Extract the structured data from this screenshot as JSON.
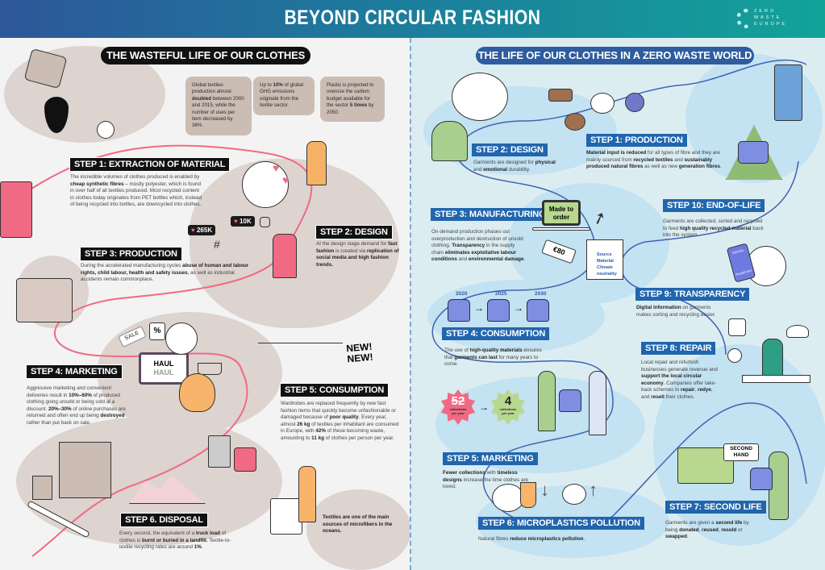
{
  "header": {
    "title": "BEYOND CIRCULAR FASHION",
    "logo_lines": [
      "ZERO",
      "WASTE",
      "EUROPE"
    ]
  },
  "colors": {
    "header_start": "#2d5799",
    "header_end": "#12a39a",
    "left_accent": "#f06a84",
    "right_accent": "#2166ad"
  },
  "left": {
    "banner": "THE WASTEFUL LIFE OF OUR CLOTHES",
    "stats": [
      [
        {
          "t": "Global textiles production almost "
        },
        {
          "t": "doubled",
          "b": true
        },
        {
          "t": " between 2000 and 2015, while the number of uses per item decreased by 36%."
        }
      ],
      [
        {
          "t": "Up to "
        },
        {
          "t": "10%",
          "b": true
        },
        {
          "t": " of global GHG emissions originate from the textile sector."
        }
      ],
      [
        {
          "t": "Plastic is projected to overuse the carbon budget available for the sector "
        },
        {
          "t": "5 times",
          "b": true
        },
        {
          "t": " by 2050."
        }
      ]
    ],
    "steps": [
      {
        "label": "STEP 1: EXTRACTION OF MATERIAL",
        "text": [
          {
            "t": "The incredible volumes of clothes produced is enabled by "
          },
          {
            "t": "cheap synthetic fibres",
            "b": true
          },
          {
            "t": " – mostly polyester, which is found in over half of all textiles produced. Most recycled content in clothes today originates from PET bottles which, instead of being recycled into bottles, are downcycled into clothes."
          }
        ]
      },
      {
        "label": "STEP 2: DESIGN",
        "text": [
          {
            "t": "At the design stage demand for "
          },
          {
            "t": "fast fashion",
            "b": true
          },
          {
            "t": " is created via "
          },
          {
            "t": "replication of social media and high fashion trends.",
            "b": true
          }
        ]
      },
      {
        "label": "STEP 3: PRODUCTION",
        "text": [
          {
            "t": "During the accelerated manufacturing cycles "
          },
          {
            "t": "abuse of human and labour rights, child labour, health and safety issues",
            "b": true
          },
          {
            "t": ", as well as industrial accidents remain commonplace."
          }
        ]
      },
      {
        "label": "STEP 4: MARKETING",
        "text": [
          {
            "t": "Aggressive marketing and convenient deliveries result in "
          },
          {
            "t": "10%–60%",
            "b": true
          },
          {
            "t": " of produced clothing going unsold or being sold at a discount. "
          },
          {
            "t": "20%–30%",
            "b": true
          },
          {
            "t": " of online purchases are returned and often end up being "
          },
          {
            "t": "destroyed",
            "b": true
          },
          {
            "t": " rather than put back on sale."
          }
        ]
      },
      {
        "label": "STEP 5: CONSUMPTION",
        "text": [
          {
            "t": "Wardrobes are replaced frequently by new fast fashion items that quickly become unfashionable or damaged because of "
          },
          {
            "t": "poor quality",
            "b": true
          },
          {
            "t": ". Every year, almost "
          },
          {
            "t": "26 kg",
            "b": true
          },
          {
            "t": " of textiles per inhabitant are consumed in Europe, with "
          },
          {
            "t": "42%",
            "b": true
          },
          {
            "t": " of these becoming waste, amounting to "
          },
          {
            "t": "11 kg",
            "b": true
          },
          {
            "t": " of clothes per person per year."
          }
        ]
      },
      {
        "label": "STEP 6. DISPOSAL",
        "text": [
          {
            "t": "Every second, the equivalent of a "
          },
          {
            "t": "truck load",
            "b": true
          },
          {
            "t": " of clothes is "
          },
          {
            "t": "burnt or buried in a landfill.",
            "b": true
          },
          {
            "t": " Textile-to-textile recycling rates are around "
          },
          {
            "t": "1%",
            "b": true
          },
          {
            "t": "."
          }
        ]
      }
    ],
    "microfibers_note": "Textiles are one of the main sources of microfibers in the oceans.",
    "social": {
      "likes_1": "265K",
      "likes_2": "10K",
      "hashtag": "#"
    },
    "haul": [
      "HAUL",
      "HAUL"
    ],
    "sale_tag": "SALE",
    "percent_tag": "%",
    "new_labels": [
      "NEW!",
      "NEW!"
    ]
  },
  "right": {
    "banner": "THE LIFE OF OUR CLOTHES IN A ZERO WASTE WORLD",
    "steps": [
      {
        "label": "STEP 1: PRODUCTION",
        "text": [
          {
            "t": "Material input is reduced",
            "b": true
          },
          {
            "t": " for all types of fibre and they are mainly sourced from "
          },
          {
            "t": "recycled textiles",
            "b": true
          },
          {
            "t": " and "
          },
          {
            "t": "sustainably produced natural fibres",
            "b": true
          },
          {
            "t": " as well as new "
          },
          {
            "t": "generation fibres",
            "b": true
          },
          {
            "t": "."
          }
        ]
      },
      {
        "label": "STEP 2: DESIGN",
        "text": [
          {
            "t": "Garments are designed for "
          },
          {
            "t": "physical",
            "b": true
          },
          {
            "t": " and "
          },
          {
            "t": "emotional",
            "b": true
          },
          {
            "t": " durability."
          }
        ]
      },
      {
        "label": "STEP 3: MANUFACTURING",
        "text": [
          {
            "t": "On-demand production phases out overproduction and destruction of unsold clothing. "
          },
          {
            "t": "Transparency",
            "b": true
          },
          {
            "t": " in the supply chain "
          },
          {
            "t": "eliminates exploitative labour conditions",
            "b": true
          },
          {
            "t": " and "
          },
          {
            "t": "environmental damage",
            "b": true
          },
          {
            "t": "."
          }
        ]
      },
      {
        "label": "STEP 4: CONSUMPTION",
        "text": [
          {
            "t": "The use of "
          },
          {
            "t": "high-quality materials",
            "b": true
          },
          {
            "t": " ensures that "
          },
          {
            "t": "garments can last",
            "b": true
          },
          {
            "t": " for many years to come."
          }
        ]
      },
      {
        "label": "STEP 5: MARKETING",
        "text": [
          {
            "t": "Fewer collections",
            "b": true
          },
          {
            "t": " with "
          },
          {
            "t": "timeless designs",
            "b": true
          },
          {
            "t": " increase the time clothes are loved."
          }
        ]
      },
      {
        "label": "STEP 6: MICROPLASTICS POLLUTION",
        "text": [
          {
            "t": "Natural fibres "
          },
          {
            "t": "reduce microplastics pollution",
            "b": true
          },
          {
            "t": "."
          }
        ]
      },
      {
        "label": "STEP 7: SECOND LIFE",
        "text": [
          {
            "t": "Garments are given a "
          },
          {
            "t": "second life",
            "b": true
          },
          {
            "t": " by being "
          },
          {
            "t": "donated",
            "b": true
          },
          {
            "t": ", "
          },
          {
            "t": "reused",
            "b": true
          },
          {
            "t": ", "
          },
          {
            "t": "resold",
            "b": true
          },
          {
            "t": " or "
          },
          {
            "t": "swapped",
            "b": true
          },
          {
            "t": "."
          }
        ]
      },
      {
        "label": "STEP 8: REPAIR",
        "text": [
          {
            "t": "Local repair and refurbish businesses generate revenue and "
          },
          {
            "t": "support the local circular economy",
            "b": true
          },
          {
            "t": ". Companies offer take-back schemes to "
          },
          {
            "t": "repair",
            "b": true
          },
          {
            "t": ", "
          },
          {
            "t": "redye",
            "b": true
          },
          {
            "t": ", and "
          },
          {
            "t": "resell",
            "b": true
          },
          {
            "t": " their clothes."
          }
        ]
      },
      {
        "label": "STEP 9: TRANSPARENCY",
        "text": [
          {
            "t": "Digital information",
            "b": true
          },
          {
            "t": " on garments makes sorting and recycling easier."
          }
        ]
      },
      {
        "label": "STEP 10: END-OF-LIFE",
        "text": [
          {
            "t": "Garments are collected, sorted and recycled to feed "
          },
          {
            "t": "high quality recycled material",
            "b": true
          },
          {
            "t": " back into the system."
          }
        ]
      }
    ],
    "made_to_order": "Made to order",
    "price_tag": "€80",
    "label_card": [
      "Source",
      "Material",
      "Climate neutrality"
    ],
    "years": [
      "2020",
      "2025",
      "2030"
    ],
    "collections_before": {
      "number": "52",
      "text": "collections per year"
    },
    "collections_after": {
      "number": "4",
      "text": "collections per year"
    },
    "second_hand_sign": "SECOND HAND",
    "passport": [
      "DIGITAL",
      "PASSPORT"
    ]
  }
}
